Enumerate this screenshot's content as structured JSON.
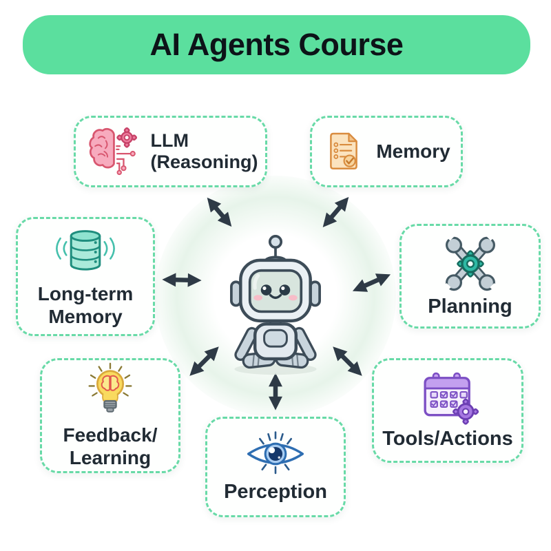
{
  "title": "AI Agents Course",
  "center": {
    "name": "AI agent robot mascot",
    "icon": "robot-icon"
  },
  "nodes": [
    {
      "id": "llm",
      "label": "LLM (Reasoning)",
      "lines": [
        "LLM",
        "(Reasoning)"
      ],
      "icon": "brain-gear-icon"
    },
    {
      "id": "memory",
      "label": "Memory",
      "lines": [
        "Memory"
      ],
      "icon": "document-checklist-icon"
    },
    {
      "id": "long-term-memory",
      "label": "Long-term Memory",
      "lines": [
        "Long-term",
        "Memory"
      ],
      "icon": "database-icon"
    },
    {
      "id": "planning",
      "label": "Planning",
      "lines": [
        "Planning"
      ],
      "icon": "wrench-gear-icon"
    },
    {
      "id": "feedback-learning",
      "label": "Feedback/Learning",
      "lines": [
        "Feedback/",
        "Learning"
      ],
      "icon": "lightbulb-brain-icon"
    },
    {
      "id": "perception",
      "label": "Perception",
      "lines": [
        "Perception"
      ],
      "icon": "eye-icon"
    },
    {
      "id": "tools-actions",
      "label": "Tools/Actions",
      "lines": [
        "Tools/Actions"
      ],
      "icon": "calendar-gear-icon"
    }
  ],
  "connections": [
    "center-llm",
    "center-memory",
    "center-long-term-memory",
    "center-planning",
    "center-feedback-learning",
    "center-perception",
    "center-tools-actions"
  ],
  "colors": {
    "banner_bg": "#5BDF9E",
    "banner_text": "#0D1318",
    "node_border": "#68DAA7",
    "node_bg": "#FEFFFE",
    "label": "#212B34",
    "arrow": "#2E3A46",
    "glow": "#E7F4EA"
  }
}
